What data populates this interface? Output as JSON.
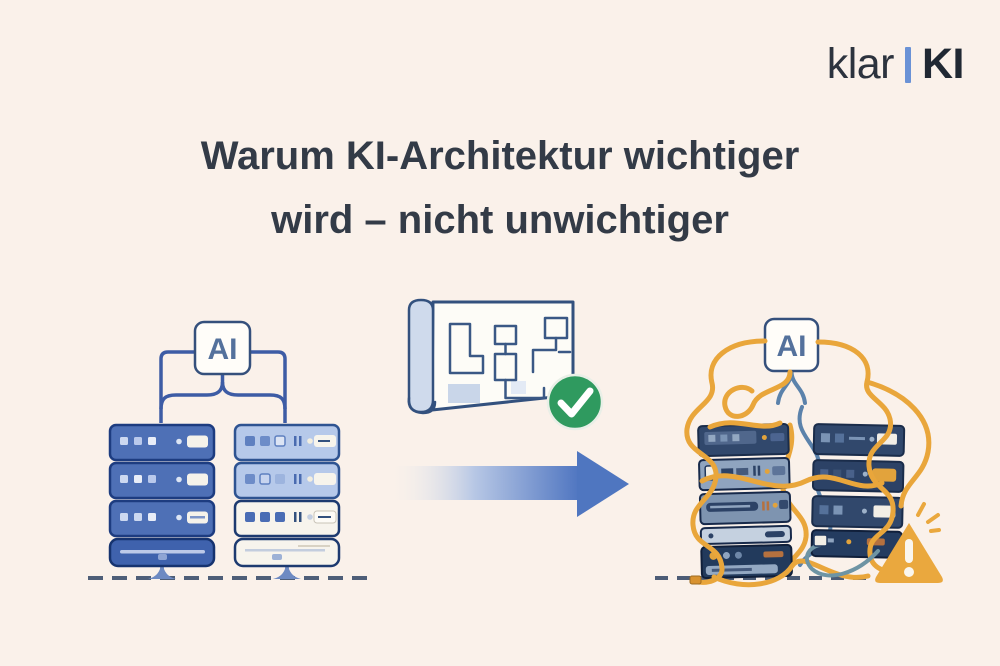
{
  "background_color": "#faf1ea",
  "brand": {
    "word": "klar",
    "abbrev": "KI",
    "divider_color": "#6a92d6"
  },
  "title": {
    "line1": "Warum KI-Architektur wichtiger",
    "line2": "wird – nicht unwichtiger",
    "color": "#333b47"
  },
  "illustrations": {
    "left": {
      "label": "AI",
      "icon": "structured-server-racks-icon",
      "rack_color_dark": "#4e70b6",
      "rack_color_light": "#b6c9ea",
      "line_color": "#3d5ca5"
    },
    "center": {
      "blueprint_icon": "blueprint-icon",
      "check_icon": "checkmark-icon",
      "check_color": "#2f9a5f",
      "arrow_icon": "arrow-right-icon",
      "arrow_color": "#4f76c0"
    },
    "right": {
      "label": "AI",
      "icon": "tangled-server-racks-icon",
      "cable_color": "#e9a63b",
      "rack_color": "#2c4266",
      "warning_icon": "warning-triangle-icon",
      "warning_color": "#eaa83e"
    }
  }
}
